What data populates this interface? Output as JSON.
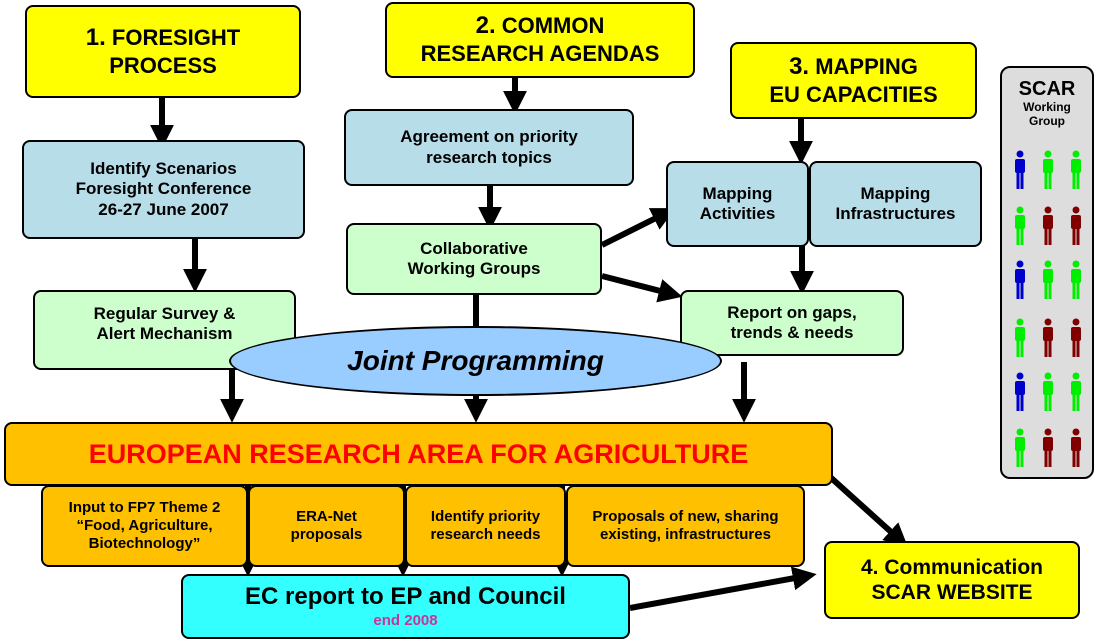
{
  "pillars": {
    "foresight": {
      "number": "1.",
      "label_line1": "FORESIGHT",
      "label_line2": "PROCESS"
    },
    "agendas": {
      "number": "2.",
      "label_line1": "COMMON",
      "label_line2": "RESEARCH AGENDAS"
    },
    "mapping": {
      "number": "3.",
      "label_line1": "MAPPING",
      "label_line2": "EU CAPACITIES"
    }
  },
  "steps": {
    "identify_scenarios": [
      "Identify Scenarios",
      "Foresight Conference",
      "26-27 June 2007"
    ],
    "regular_survey": [
      "Regular Survey &",
      "Alert Mechanism"
    ],
    "agreement": [
      "Agreement on priority",
      "research topics"
    ],
    "collaborative": [
      "Collaborative",
      "Working Groups"
    ],
    "mapping_activities": [
      "Mapping",
      "Activities"
    ],
    "mapping_infrastructures": [
      "Mapping",
      "Infrastructures"
    ],
    "report_gaps": [
      "Report on gaps,",
      "trends & needs"
    ]
  },
  "joint_programming": "Joint Programming",
  "era": {
    "title": "EUROPEAN RESEARCH AREA FOR AGRICULTURE",
    "sub": [
      [
        "Input to FP7 Theme 2",
        "“Food, Agriculture,",
        "Biotechnology”"
      ],
      [
        "ERA-Net",
        "proposals"
      ],
      [
        "Identify priority",
        "research needs"
      ],
      [
        "Proposals of new, sharing",
        "existing, infrastructures"
      ]
    ]
  },
  "ec_report": {
    "title": "EC report to EP and Council",
    "date": "end 2008"
  },
  "communication": {
    "line1": "4. Communication",
    "line2": "SCAR WEBSITE"
  },
  "scar": {
    "title": "SCAR",
    "subtitle_line1": "Working",
    "subtitle_line2": "Group"
  },
  "colors": {
    "yellow": "#ffff00",
    "teal": "#b7dde8",
    "mint": "#ccffcc",
    "orange": "#ffc000",
    "cyan": "#33ffff",
    "era_title": "#ff0000",
    "date": "#cc3399",
    "person_blue": "#0000cc",
    "person_green": "#00ee00",
    "person_red": "#800000"
  },
  "working_group_people": [
    [
      "person_blue",
      "person_green",
      "person_green"
    ],
    [
      "person_green",
      "person_red",
      "person_red"
    ],
    [
      "person_blue",
      "person_green",
      "person_green"
    ],
    [
      "person_green",
      "person_red",
      "person_red"
    ],
    [
      "person_blue",
      "person_green",
      "person_green"
    ],
    [
      "person_green",
      "person_red",
      "person_red"
    ]
  ]
}
